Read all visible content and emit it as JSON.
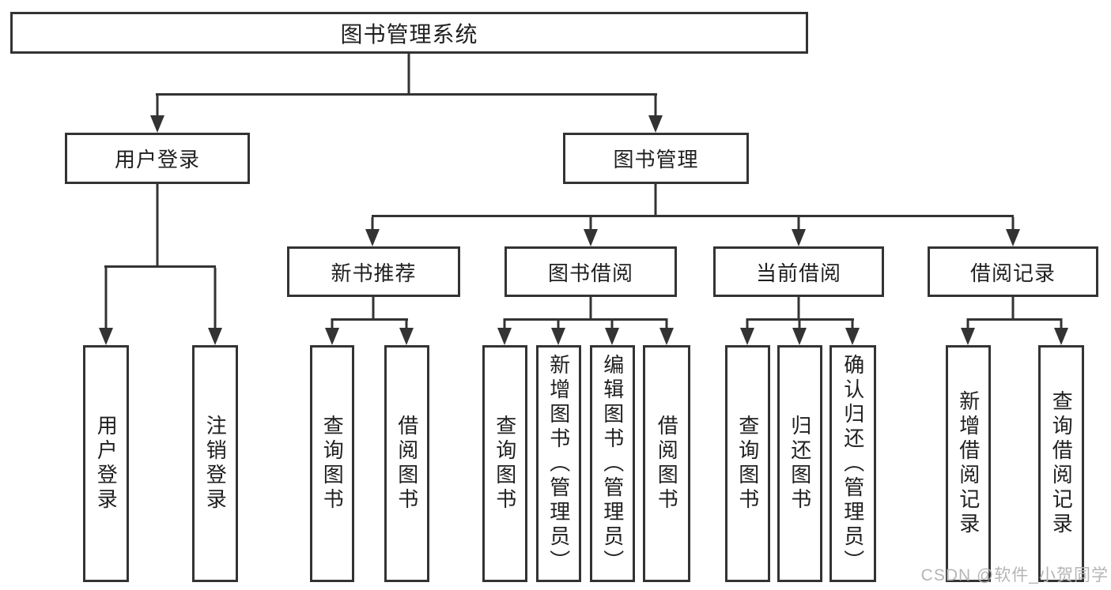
{
  "diagram_title": "图书管理系统",
  "nodes": {
    "system": "图书管理系统",
    "user_login": "用户登录",
    "book_mgmt": "图书管理",
    "new_book_rec": "新书推荐",
    "book_borrow": "图书借阅",
    "current_borrow": "当前借阅",
    "borrow_record": "借阅记录",
    "ul_login": "用户登录",
    "ul_logout": "注销登录",
    "nb_query": "查询图书",
    "nb_borrow": "借阅图书",
    "bb_query": "查询图书",
    "bb_add": "新增图书（管理员）",
    "bb_edit": "编辑图书（管理员）",
    "bb_borrow": "借阅图书",
    "cb_query": "查询图书",
    "cb_return": "归还图书",
    "cb_confirm": "确认归还（管理员）",
    "br_add": "新增借阅记录",
    "br_query": "查询借阅记录"
  },
  "hierarchy": [
    {
      "parent": "图书管理系统",
      "children": [
        "用户登录",
        "图书管理"
      ]
    },
    {
      "parent": "用户登录",
      "children": [
        "用户登录",
        "注销登录"
      ]
    },
    {
      "parent": "图书管理",
      "children": [
        "新书推荐",
        "图书借阅",
        "当前借阅",
        "借阅记录"
      ]
    },
    {
      "parent": "新书推荐",
      "children": [
        "查询图书",
        "借阅图书"
      ]
    },
    {
      "parent": "图书借阅",
      "children": [
        "查询图书",
        "新增图书（管理员）",
        "编辑图书（管理员）",
        "借阅图书"
      ]
    },
    {
      "parent": "当前借阅",
      "children": [
        "查询图书",
        "归还图书",
        "确认归还（管理员）"
      ]
    },
    {
      "parent": "借阅记录",
      "children": [
        "新增借阅记录",
        "查询借阅记录"
      ]
    }
  ],
  "watermark": {
    "text": "CSDN @软件_小贺同学"
  },
  "colors": {
    "line": "#333333",
    "box_border": "#333333",
    "text": "#1f1f1f",
    "watermark": "#b5b5b5",
    "background": "#ffffff"
  }
}
